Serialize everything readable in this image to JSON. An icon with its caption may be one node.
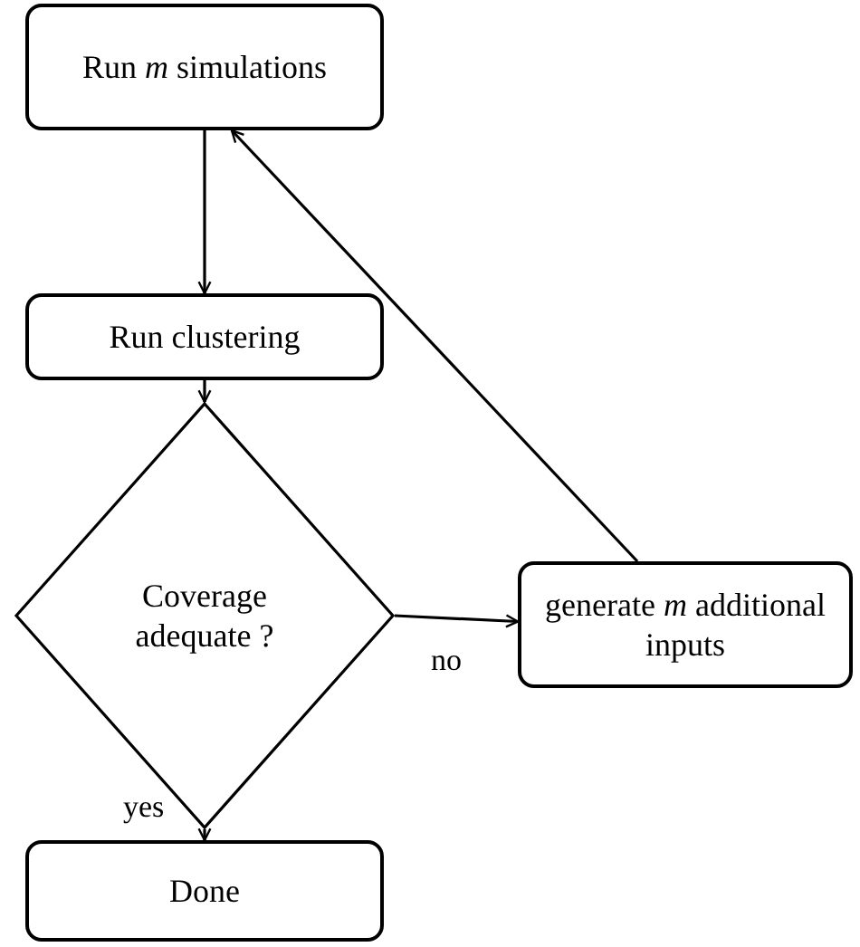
{
  "diagram": {
    "nodes": [
      {
        "text": [
          "Run *m* simulations"
        ]
      },
      {
        "text": [
          "Run clustering"
        ]
      },
      {
        "text": [
          "Coverage adequate ?"
        ]
      },
      {
        "text": [
          "Done"
        ]
      },
      {
        "text": [
          "generate *m* additional inputs"
        ]
      }
    ],
    "edges": [
      {
        "from": 0,
        "to": 1,
        "arrow": "to"
      },
      {
        "from": 1,
        "to": 2,
        "arrow": "to"
      },
      {
        "from": 2,
        "to": 3,
        "arrow": "to",
        "label": "yes"
      },
      {
        "from": 2,
        "to": 4,
        "arrow": "to",
        "label": "no"
      },
      {
        "from": 4,
        "to": 0,
        "arrow": "to"
      }
    ]
  }
}
